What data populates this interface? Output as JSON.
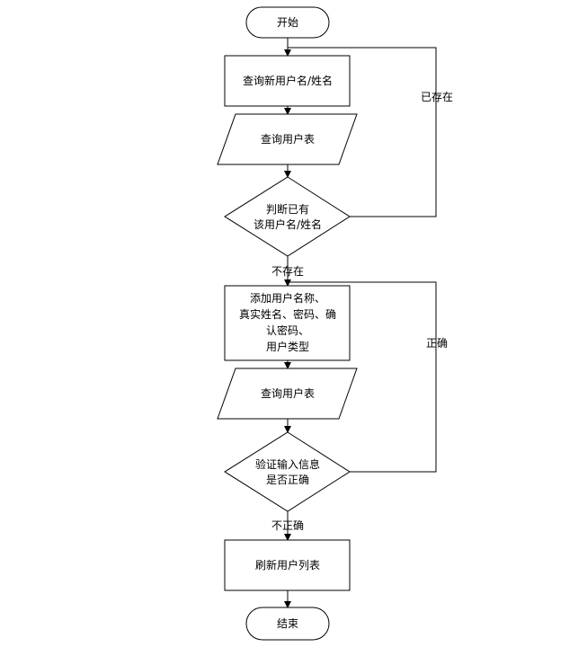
{
  "nodes": {
    "start": "开始",
    "query_name": "查询新用户名/姓名",
    "query_table_1": "查询用户表",
    "check_exists": [
      "判断已有",
      "该用户名/姓名"
    ],
    "add_info": [
      "添加用户名称、",
      "真实姓名、密码、确",
      "认密码、",
      "用户类型"
    ],
    "query_table_2": "查询用户表",
    "validate": [
      "验证输入信息",
      "是否正确"
    ],
    "refresh": "刷新用户列表",
    "end": "结束"
  },
  "edges": {
    "exists": "已存在",
    "not_exists": "不存在",
    "correct": "正确",
    "incorrect": "不正确"
  }
}
